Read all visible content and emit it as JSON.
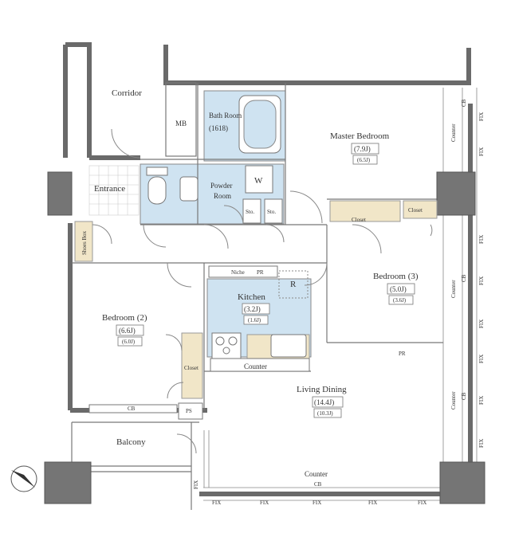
{
  "rooms": {
    "corridor": "Corridor",
    "mb": "MB",
    "bath_room": "Bath Room",
    "bath_size": "(1618)",
    "master_bedroom": "Master Bedroom",
    "master_area_1": "(7.9J)",
    "master_area_2": "(6.5J)",
    "entrance": "Entrance",
    "powder_room_1": "Powder",
    "powder_room_2": "Room",
    "washer": "W",
    "sto_1": "Sto.",
    "sto_2": "Sto.",
    "closet_master_1": "Closet",
    "closet_master_2": "Closet",
    "shoes_box": "Shoes Box",
    "niche": "Niche",
    "pr_niche": "PR",
    "refrigerator": "R",
    "kitchen": "Kitchen",
    "kitchen_area_1": "(3.2J)",
    "kitchen_area_2": "(1.6J)",
    "bedroom3": "Bedroom (3)",
    "bedroom3_area_1": "(5.0J)",
    "bedroom3_area_2": "(3.6J)",
    "bedroom2": "Bedroom (2)",
    "bedroom2_area_1": "(6.6J)",
    "bedroom2_area_2": "(6.0J)",
    "closet_bed2": "Closet",
    "counter_kitchen": "Counter",
    "pr_bed3": "PR",
    "living_dining": "Living Dining",
    "ld_area_1": "(14.4J)",
    "ld_area_2": "(10.3J)",
    "cb_balcony": "CB",
    "ps": "PS",
    "balcony": "Balcony",
    "counter_bottom": "Counter",
    "cb_bottom": "CB"
  },
  "window_labels": {
    "fix": "FIX",
    "counter": "Counter",
    "cb": "CB"
  },
  "colors": {
    "wet_area": "#cfe3f1",
    "closet": "#f1e6c8",
    "wall": "#6a6a6a",
    "pillar": "#757575"
  }
}
